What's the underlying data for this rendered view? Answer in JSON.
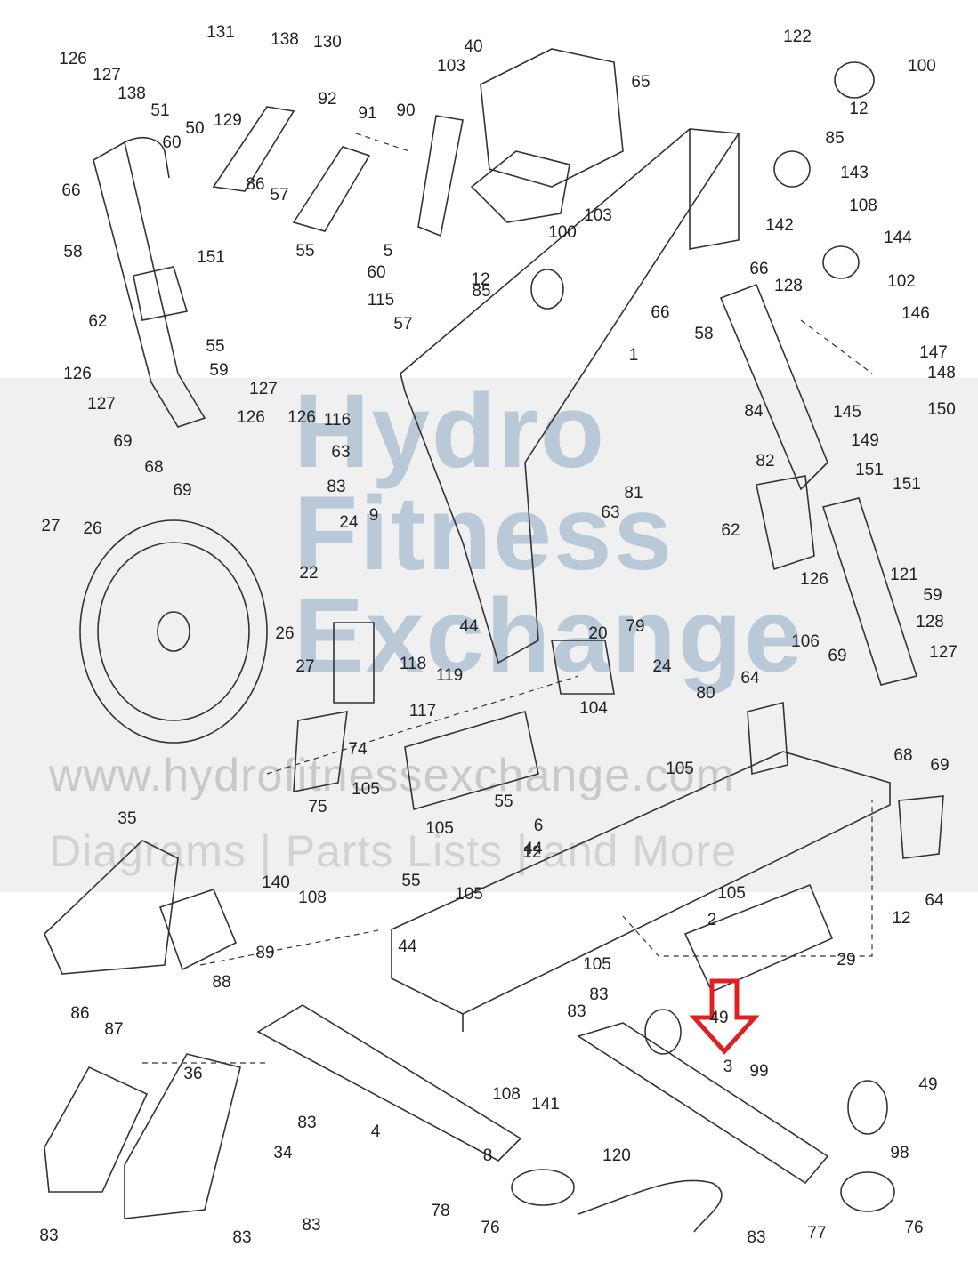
{
  "watermark": {
    "line1": "Hydro",
    "line2": "Fitness",
    "line3": "Exchange",
    "url": "www.hydrofitnessexchange.com",
    "tagline": "Diagrams | Parts Lists | and More"
  },
  "highlight_color": "#e02020",
  "part_labels": [
    "1",
    "2",
    "3",
    "4",
    "5",
    "6",
    "8",
    "9",
    "12",
    "12",
    "12",
    "12",
    "20",
    "22",
    "24",
    "24",
    "26",
    "26",
    "27",
    "27",
    "29",
    "34",
    "35",
    "36",
    "40",
    "44",
    "44",
    "44",
    "49",
    "49",
    "50",
    "51",
    "55",
    "55",
    "55",
    "55",
    "57",
    "57",
    "58",
    "58",
    "59",
    "59",
    "60",
    "60",
    "62",
    "62",
    "63",
    "63",
    "64",
    "64",
    "65",
    "66",
    "66",
    "66",
    "68",
    "68",
    "69",
    "69",
    "69",
    "69",
    "74",
    "75",
    "76",
    "76",
    "77",
    "78",
    "79",
    "80",
    "81",
    "82",
    "83",
    "83",
    "83",
    "83",
    "83",
    "83",
    "83",
    "83",
    "84",
    "85",
    "85",
    "86",
    "86",
    "87",
    "88",
    "89",
    "90",
    "91",
    "92",
    "98",
    "99",
    "100",
    "100",
    "102",
    "103",
    "103",
    "104",
    "105",
    "105",
    "105",
    "105",
    "105",
    "105",
    "106",
    "108",
    "108",
    "108",
    "115",
    "116",
    "117",
    "118",
    "119",
    "120",
    "121",
    "122",
    "126",
    "126",
    "126",
    "126",
    "126",
    "127",
    "127",
    "127",
    "127",
    "128",
    "128",
    "129",
    "130",
    "131",
    "138",
    "138",
    "140",
    "141",
    "142",
    "143",
    "144",
    "145",
    "146",
    "147",
    "148",
    "149",
    "150",
    "151",
    "151",
    "151"
  ]
}
